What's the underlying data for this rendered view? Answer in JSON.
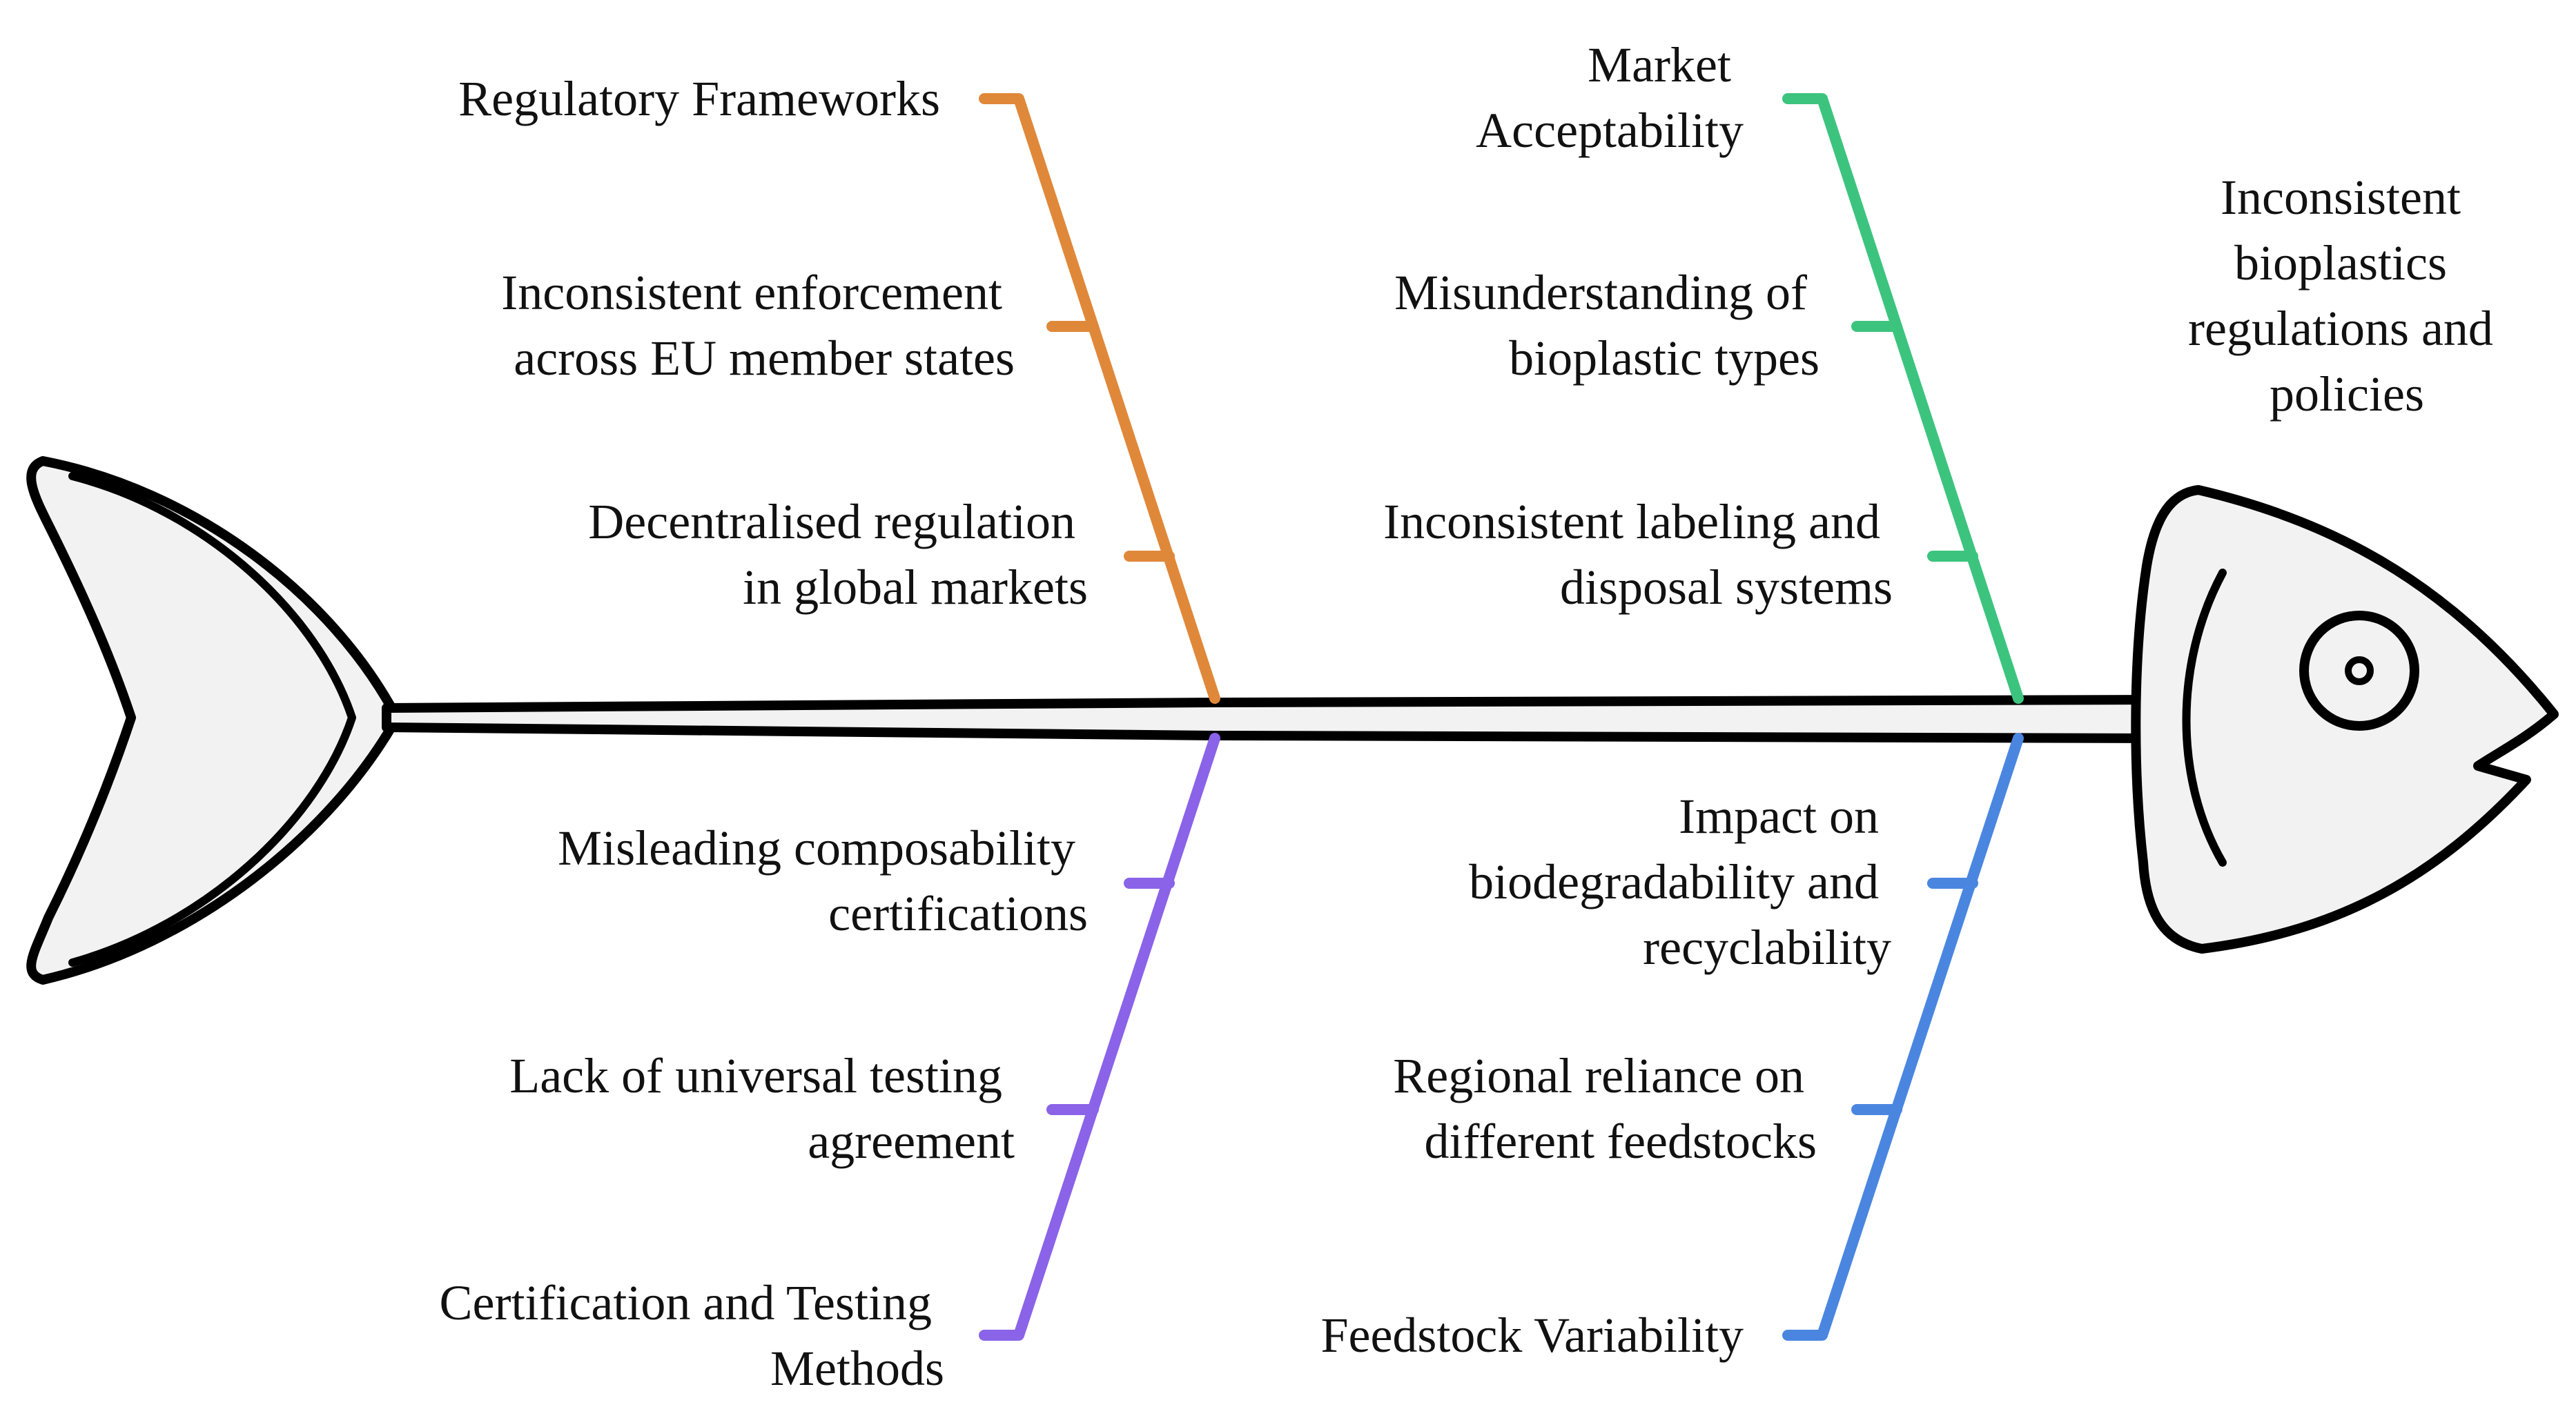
{
  "effect": {
    "lines": [
      "Inconsistent",
      "bioplastics",
      "regulations and",
      "policies"
    ]
  },
  "colors": {
    "regulatory": "#E0883A",
    "market": "#3CC47E",
    "certification": "#8A63E8",
    "feedstock": "#4A86E0",
    "fish_outline": "#000000",
    "fish_fill": "#F2F2F2"
  },
  "icons": {
    "head": "fish-head-icon",
    "tail": "fish-tail-icon",
    "eye": "fish-eye-icon"
  },
  "categories": {
    "regulatory": {
      "title": [
        "Regulatory Frameworks"
      ],
      "causes": [
        [
          "Inconsistent enforcement",
          "across EU member states"
        ],
        [
          "Decentralised regulation",
          "in global markets"
        ]
      ]
    },
    "market": {
      "title": [
        "Market",
        "Acceptability"
      ],
      "causes": [
        [
          "Misunderstanding of",
          "bioplastic types"
        ],
        [
          "Inconsistent labeling and",
          "disposal systems"
        ]
      ]
    },
    "certification": {
      "title": [
        "Certification and Testing",
        "Methods"
      ],
      "causes": [
        [
          "Misleading composability",
          "certifications"
        ],
        [
          "Lack of universal testing",
          "agreement"
        ]
      ]
    },
    "feedstock": {
      "title": [
        "Feedstock Variability"
      ],
      "causes": [
        [
          "Impact on",
          "biodegradability and",
          "recyclability"
        ],
        [
          "Regional reliance on",
          "different feedstocks"
        ]
      ]
    }
  }
}
